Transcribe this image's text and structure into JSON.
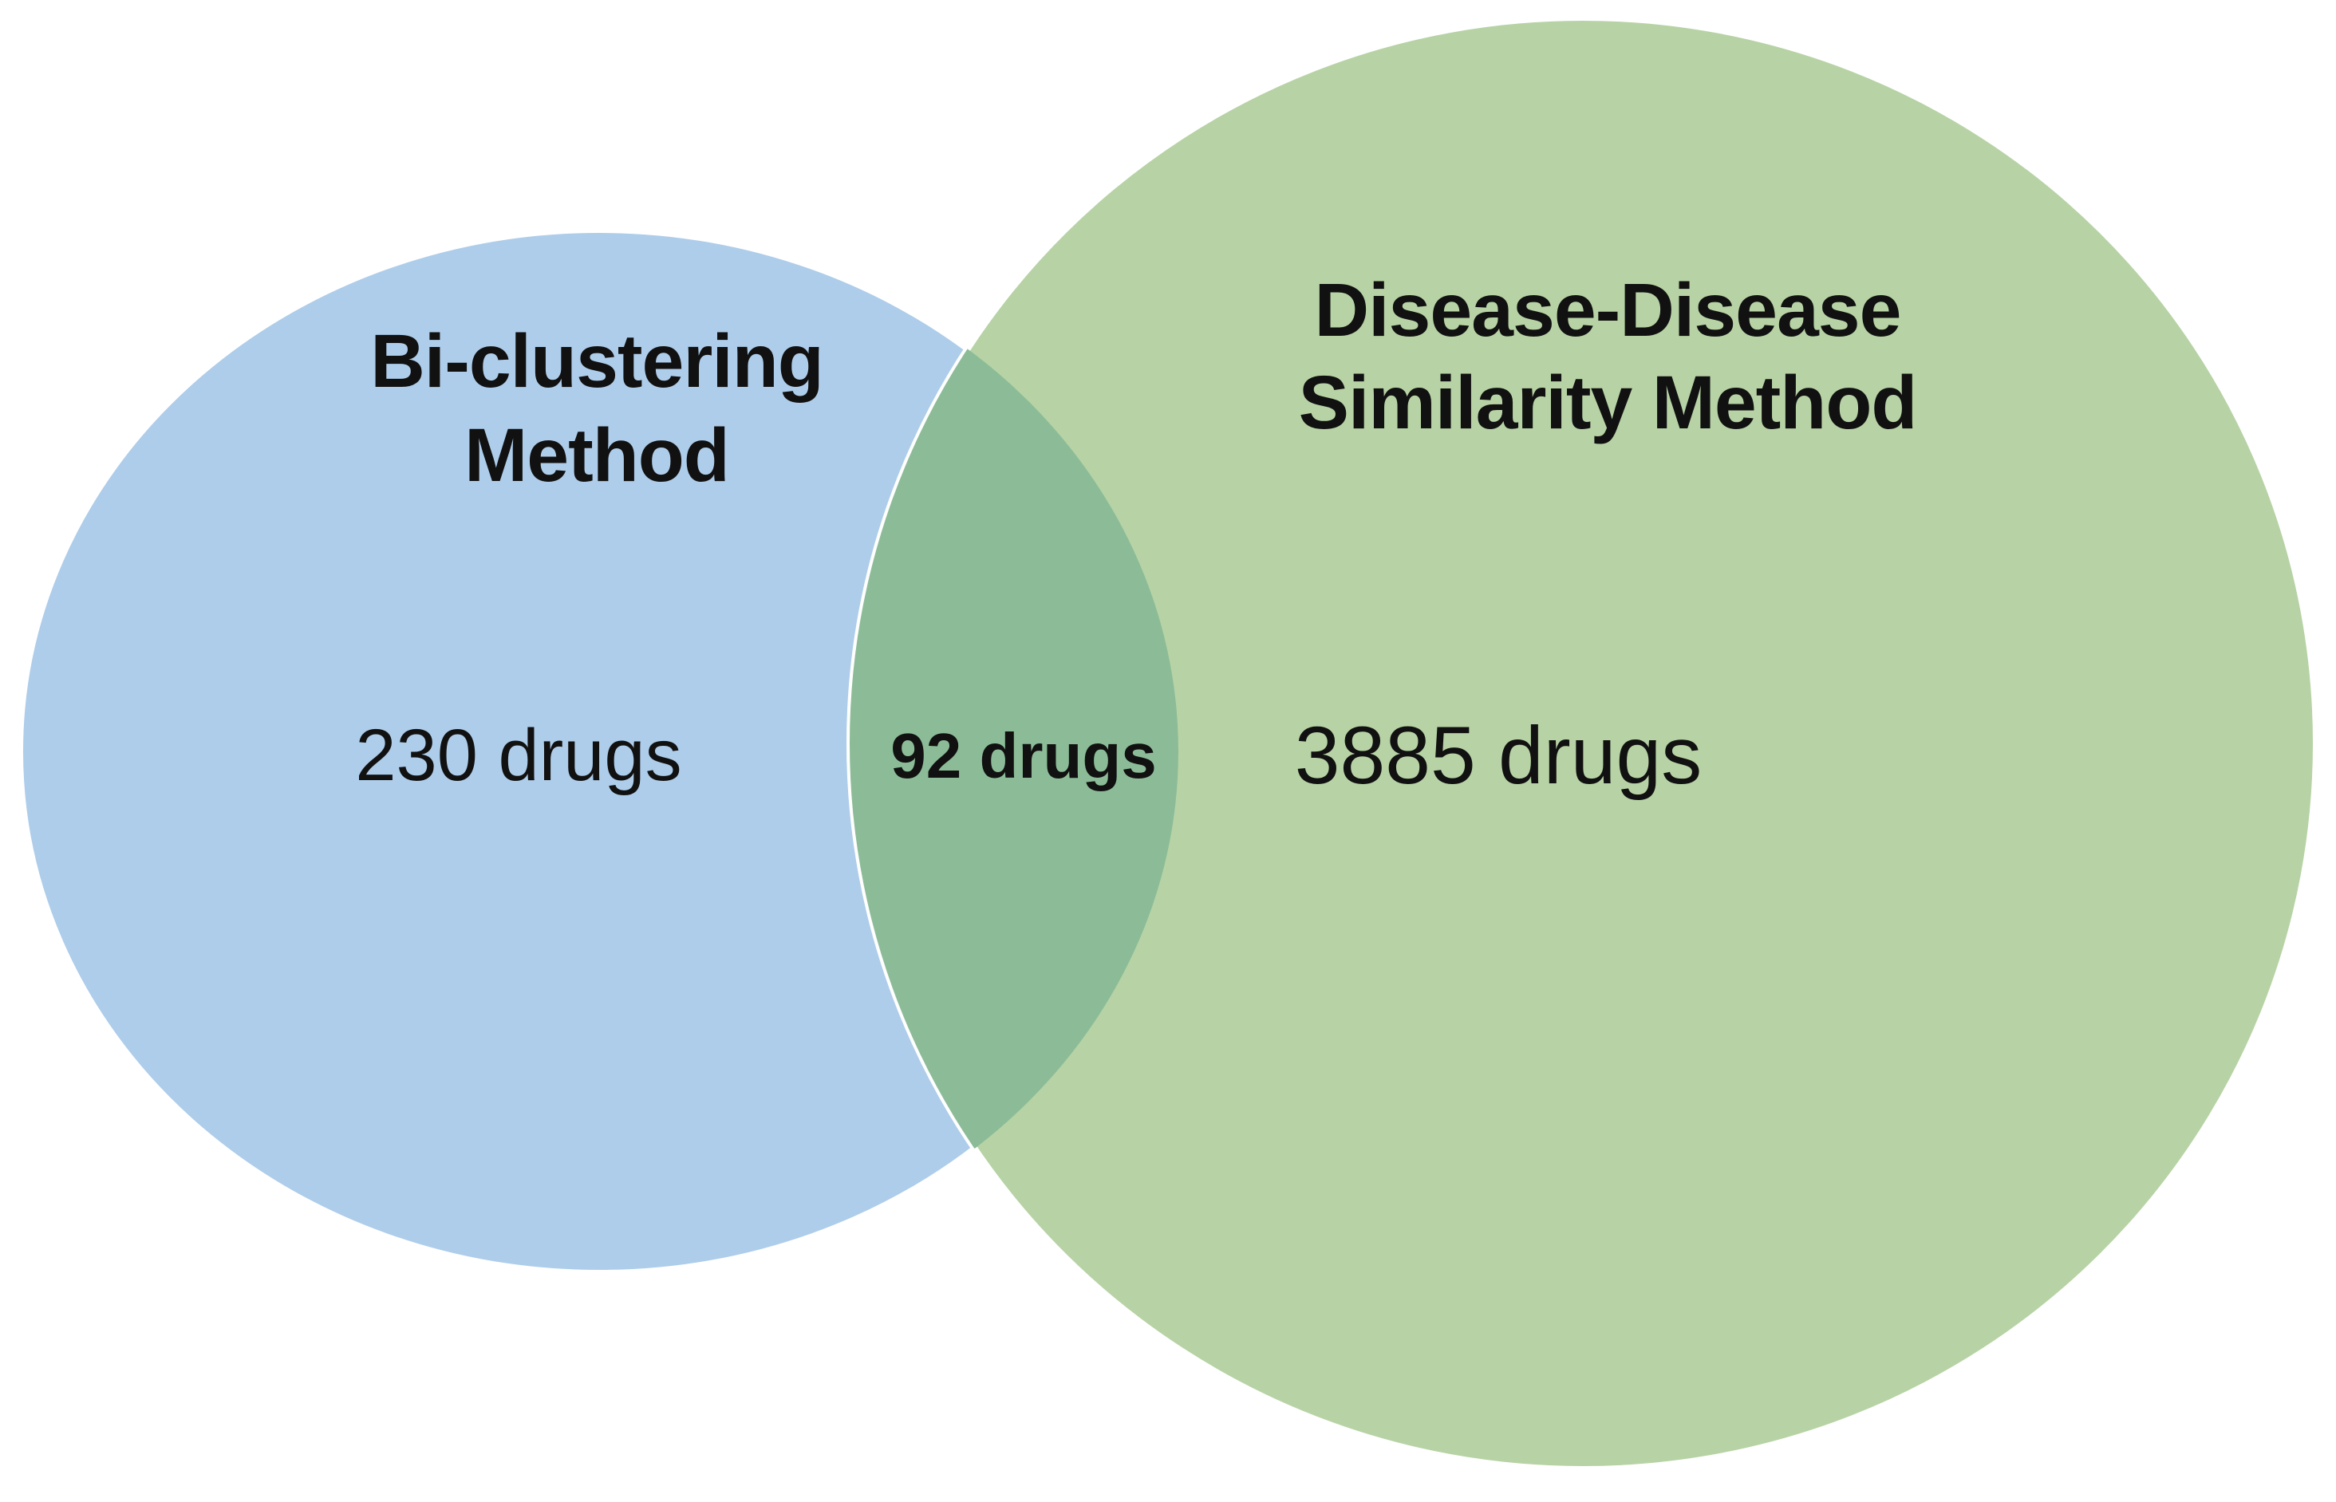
{
  "diagram": {
    "type": "venn-diagram",
    "background_color": "#ffffff",
    "outline_color": "#ffffff",
    "text_color": "#111111",
    "sets": [
      {
        "id": "bi-clustering-method",
        "label_line1": "Bi-clustering",
        "label_line2": "Method",
        "count": 230,
        "count_label": "230 drugs",
        "fill_color": "#aecdea"
      },
      {
        "id": "disease-disease-similarity-method",
        "label_line1": "Disease-Disease",
        "label_line2": "Similarity Method",
        "count": 3885,
        "count_label": "3885 drugs",
        "fill_color": "#b7d3a5"
      }
    ],
    "intersection": {
      "count": 92,
      "count_label": "92 drugs",
      "fill_color": "#8cbc97"
    }
  }
}
